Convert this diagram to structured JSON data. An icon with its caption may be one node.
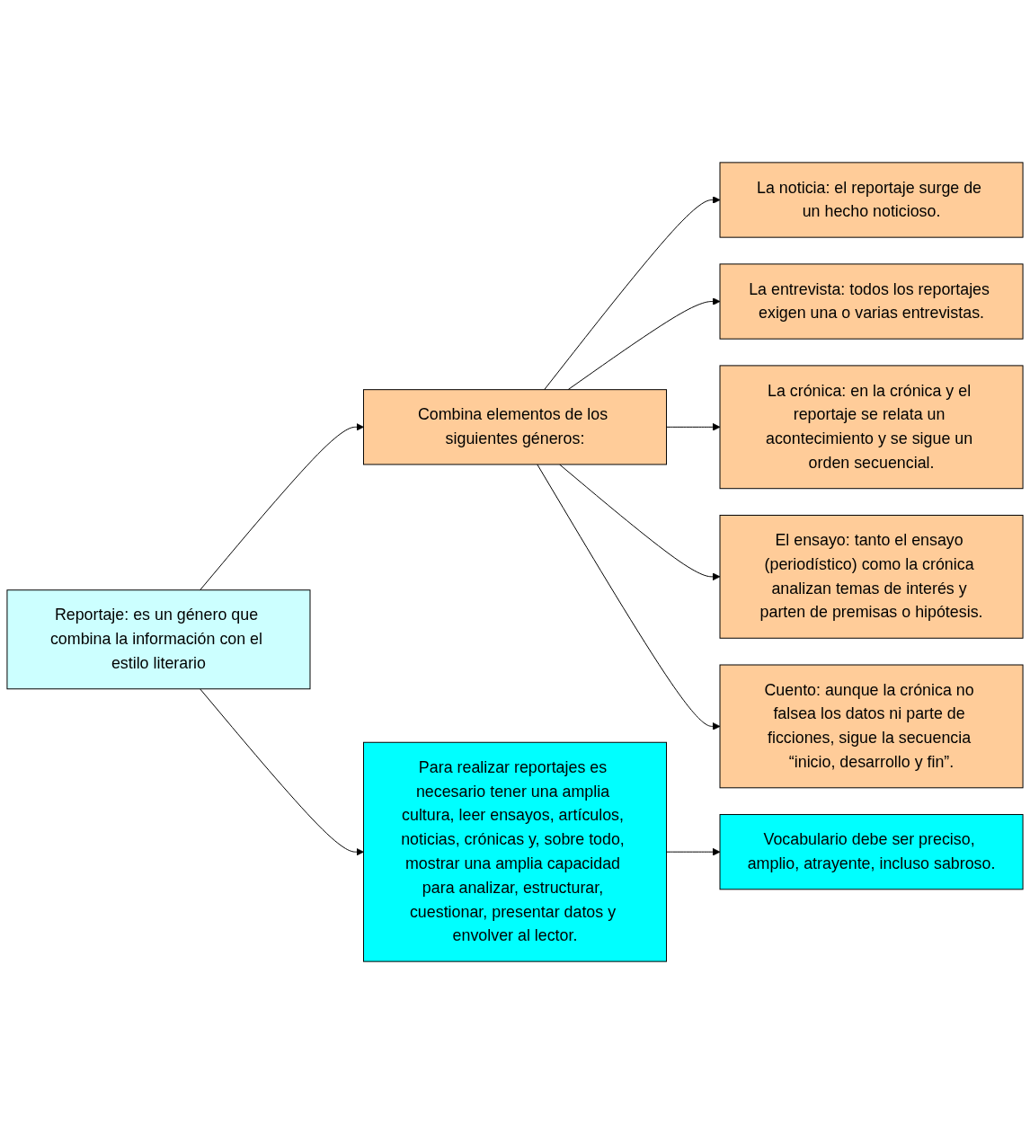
{
  "diagram": {
    "nodes": [
      {
        "text": [
          "Reportaje: es un género que combina la información con el estilo literario"
        ]
      },
      {
        "text": [
          "Combina elementos de los siguientes géneros:"
        ]
      },
      {
        "text": [
          "La noticia: el reportaje surge de un hecho noticioso."
        ]
      },
      {
        "text": [
          "La entrevista: todos los reportajes exigen una o varias entrevistas."
        ]
      },
      {
        "text": [
          "La crónica: en la crónica y el reportaje se relata un acontecimiento y se sigue un orden secuencial."
        ]
      },
      {
        "text": [
          "El ensayo: tanto el ensayo (periodístico) como la crónica analizan temas de interés y parten de premisas o hipótesis."
        ]
      },
      {
        "text": [
          "Cuento: aunque la crónica no falsea los datos ni parte de ficciones, sigue la secuencia “inicio, desarrollo y fin”."
        ]
      },
      {
        "text": [
          "Para realizar reportajes es necesario tener una amplia cultura, leer ensayos, artículos, noticias, crónicas y, sobre todo, mostrar una amplia capacidad para analizar, estructurar, cuestionar, presentar datos y envolver al lector."
        ]
      },
      {
        "text": [
          "Vocabulario debe ser preciso, amplio, atrayente, incluso sabroso."
        ]
      }
    ],
    "edges": [
      {
        "from": 0,
        "to": 1,
        "arrow": "to"
      },
      {
        "from": 0,
        "to": 7,
        "arrow": "to"
      },
      {
        "from": 1,
        "to": 2,
        "arrow": "to"
      },
      {
        "from": 1,
        "to": 3,
        "arrow": "to"
      },
      {
        "from": 1,
        "to": 4,
        "arrow": "to"
      },
      {
        "from": 1,
        "to": 5,
        "arrow": "to"
      },
      {
        "from": 1,
        "to": 6,
        "arrow": "to"
      },
      {
        "from": 7,
        "to": 8,
        "arrow": "to"
      }
    ]
  }
}
